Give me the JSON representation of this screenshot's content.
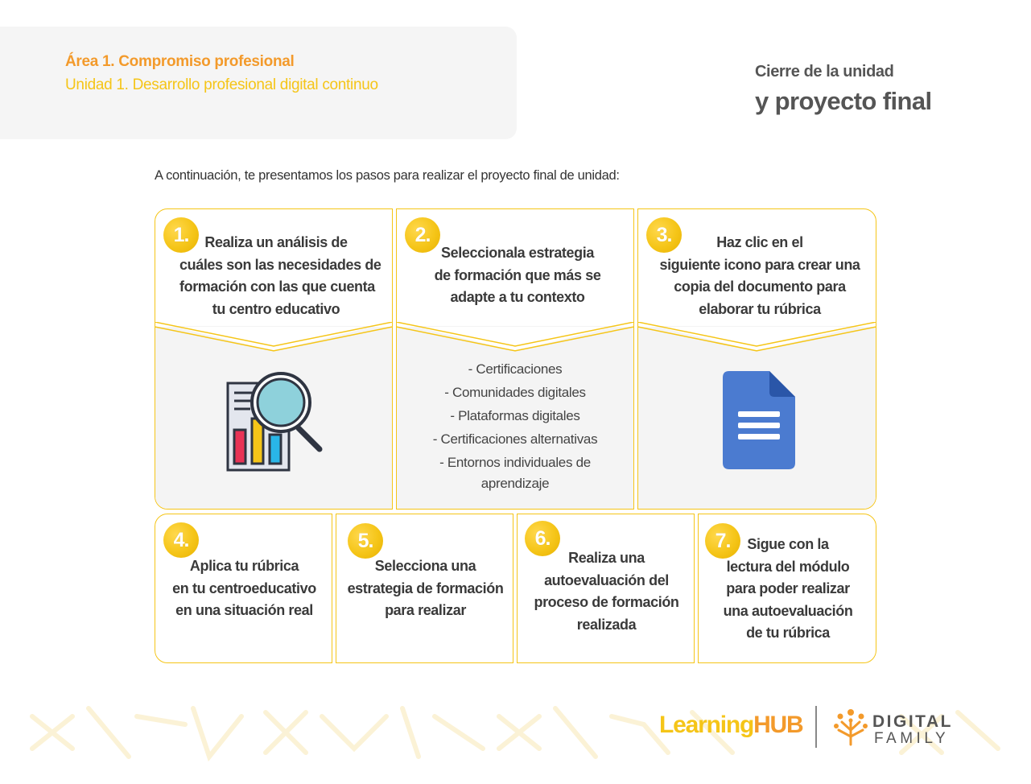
{
  "header": {
    "area": "Área 1. Compromiso profesional",
    "unit": "Unidad 1. Desarrollo profesional digital continuo",
    "closing_line1": "Cierre de la unidad",
    "closing_line2": "y proyecto final"
  },
  "intro": "A continuación, te presentamos los pasos para realizar el proyecto final de unidad:",
  "steps": [
    {
      "number": "1.",
      "lines": [
        "Realiza un análisis de",
        "cuáles son las necesidades de",
        "formación con las que cuenta",
        "tu centro educativo"
      ],
      "icon": "analysis-magnifier-chart-icon"
    },
    {
      "number": "2.",
      "lines": [
        "Seleccionala estrategia",
        "de formación que más se",
        "adapte a tu contexto"
      ],
      "options": [
        "- Certificaciones",
        "- Comunidades digitales",
        "- Plataformas digitales",
        "- Certificaciones alternativas",
        "- Entornos individuales de",
        "aprendizaje"
      ]
    },
    {
      "number": "3.",
      "lines": [
        "Haz clic en el",
        "siguiente icono para crear una",
        "copia del documento para",
        "elaborar tu rúbrica"
      ],
      "icon": "google-docs-icon"
    },
    {
      "number": "4.",
      "lines": [
        "Aplica tu rúbrica",
        "en tu centroeducativo",
        "en una situación real"
      ]
    },
    {
      "number": "5.",
      "lines": [
        "Selecciona una",
        "estrategia de formación",
        "para realizar"
      ]
    },
    {
      "number": "6.",
      "lines": [
        "Realiza una",
        "autoevaluación del",
        "proceso de formación",
        "realizada"
      ]
    },
    {
      "number": "7.",
      "lines": [
        "Sigue con la",
        "lectura del módulo",
        "para poder realizar",
        "una autoevaluación",
        "de tu rúbrica"
      ]
    }
  ],
  "footer": {
    "learning": "Learning",
    "hub": "HUB",
    "digital": "DIGITAL",
    "family": "FAMILY"
  },
  "colors": {
    "accent_yellow": "#f5c518",
    "accent_orange": "#f39a2b",
    "docs_blue": "#4b7bd0"
  }
}
